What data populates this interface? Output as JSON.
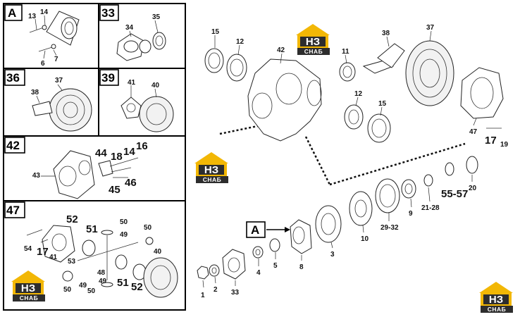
{
  "panels": [
    {
      "id": "A",
      "labels": [
        "13",
        "14",
        "6",
        "7"
      ]
    },
    {
      "id": "33",
      "labels": [
        "34",
        "35"
      ]
    },
    {
      "id": "36",
      "labels": [
        "37",
        "38"
      ]
    },
    {
      "id": "39",
      "labels": [
        "41",
        "40"
      ]
    },
    {
      "id": "42",
      "labels": [
        "44",
        "18",
        "14",
        "16",
        "43",
        "45",
        "46"
      ]
    },
    {
      "id": "47",
      "labels": [
        "52",
        "50",
        "51",
        "49",
        "50",
        "54",
        "17",
        "41",
        "53",
        "48",
        "49",
        "50",
        "40",
        "50",
        "49",
        "51",
        "52"
      ]
    }
  ],
  "main_labels": {
    "housing": "42",
    "seal_left": "15",
    "bearing_left": "12",
    "bearing_right_top": "11",
    "pinion": "38",
    "ring_gear": "37",
    "bearing_right": "12",
    "seal_right": "15",
    "diff_case": "47",
    "bolt": "17",
    "washer": "19",
    "flange_ref": "A",
    "ring_20": "20",
    "shims_55_57": "55-57",
    "shims_21_28": "21-28",
    "bearing_9": "9",
    "shims_29_32": "29-32",
    "cover_10": "10",
    "gasket_3": "3",
    "flange_8": "8",
    "seal_5": "5",
    "washer_4": "4",
    "yoke_33": "33",
    "washer_2": "2",
    "nut_1": "1"
  },
  "logo": {
    "top_text": "НЗ",
    "bottom_text": "СНАБ",
    "colors": {
      "accent": "#f2b705",
      "dark": "#2d2d2d"
    }
  }
}
